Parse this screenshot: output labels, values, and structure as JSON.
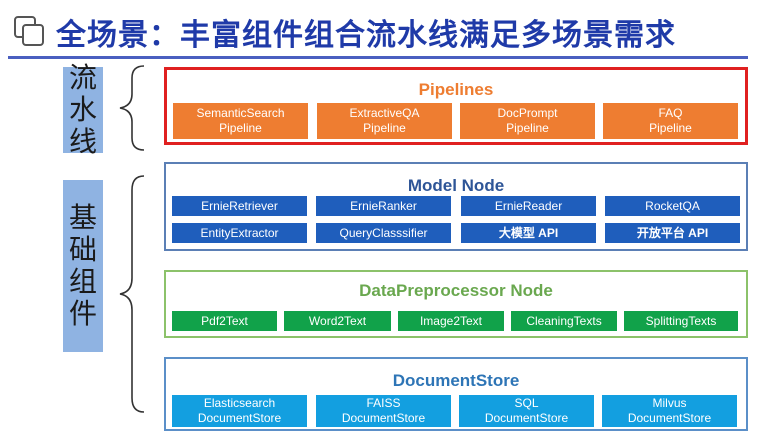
{
  "title": "全场景：丰富组件组合流水线满足多场景需求",
  "side_labels": {
    "pipeline": [
      "流",
      "水",
      "线"
    ],
    "base": [
      "基",
      "础",
      "组",
      "件"
    ]
  },
  "pipelines": {
    "title": "Pipelines",
    "items": [
      {
        "line1": "SemanticSearch",
        "line2": "Pipeline"
      },
      {
        "line1": "ExtractiveQA",
        "line2": "Pipeline"
      },
      {
        "line1": "DocPrompt",
        "line2": "Pipeline"
      },
      {
        "line1": "FAQ",
        "line2": "Pipeline"
      }
    ]
  },
  "model_node": {
    "title": "Model Node",
    "row1": [
      "ErnieRetriever",
      "ErnieRanker",
      "ErnieReader",
      "RocketQA"
    ],
    "row2": [
      "EntityExtractor",
      "QueryClasssifier",
      "大模型 API",
      "开放平台 API"
    ]
  },
  "data_preprocessor": {
    "title": "DataPreprocessor Node",
    "items": [
      "Pdf2Text",
      "Word2Text",
      "Image2Text",
      "CleaningTexts",
      "SplittingTexts"
    ]
  },
  "document_store": {
    "title": "DocumentStore",
    "items": [
      {
        "line1": "Elasticsearch",
        "line2": "DocumentStore"
      },
      {
        "line1": "FAISS",
        "line2": "DocumentStore"
      },
      {
        "line1": "SQL",
        "line2": "DocumentStore"
      },
      {
        "line1": "Milvus",
        "line2": "DocumentStore"
      }
    ]
  },
  "colors": {
    "title": "#1f3aa8",
    "pipeline_box": "#ee7d31",
    "model_box": "#1f5ebc",
    "preprocess_box": "#11a24a",
    "store_box": "#139fe0",
    "pipeline_title": "#ee7d31",
    "model_title": "#2e5597",
    "preprocess_title": "#6aa84f",
    "store_title": "#2e75b6"
  }
}
